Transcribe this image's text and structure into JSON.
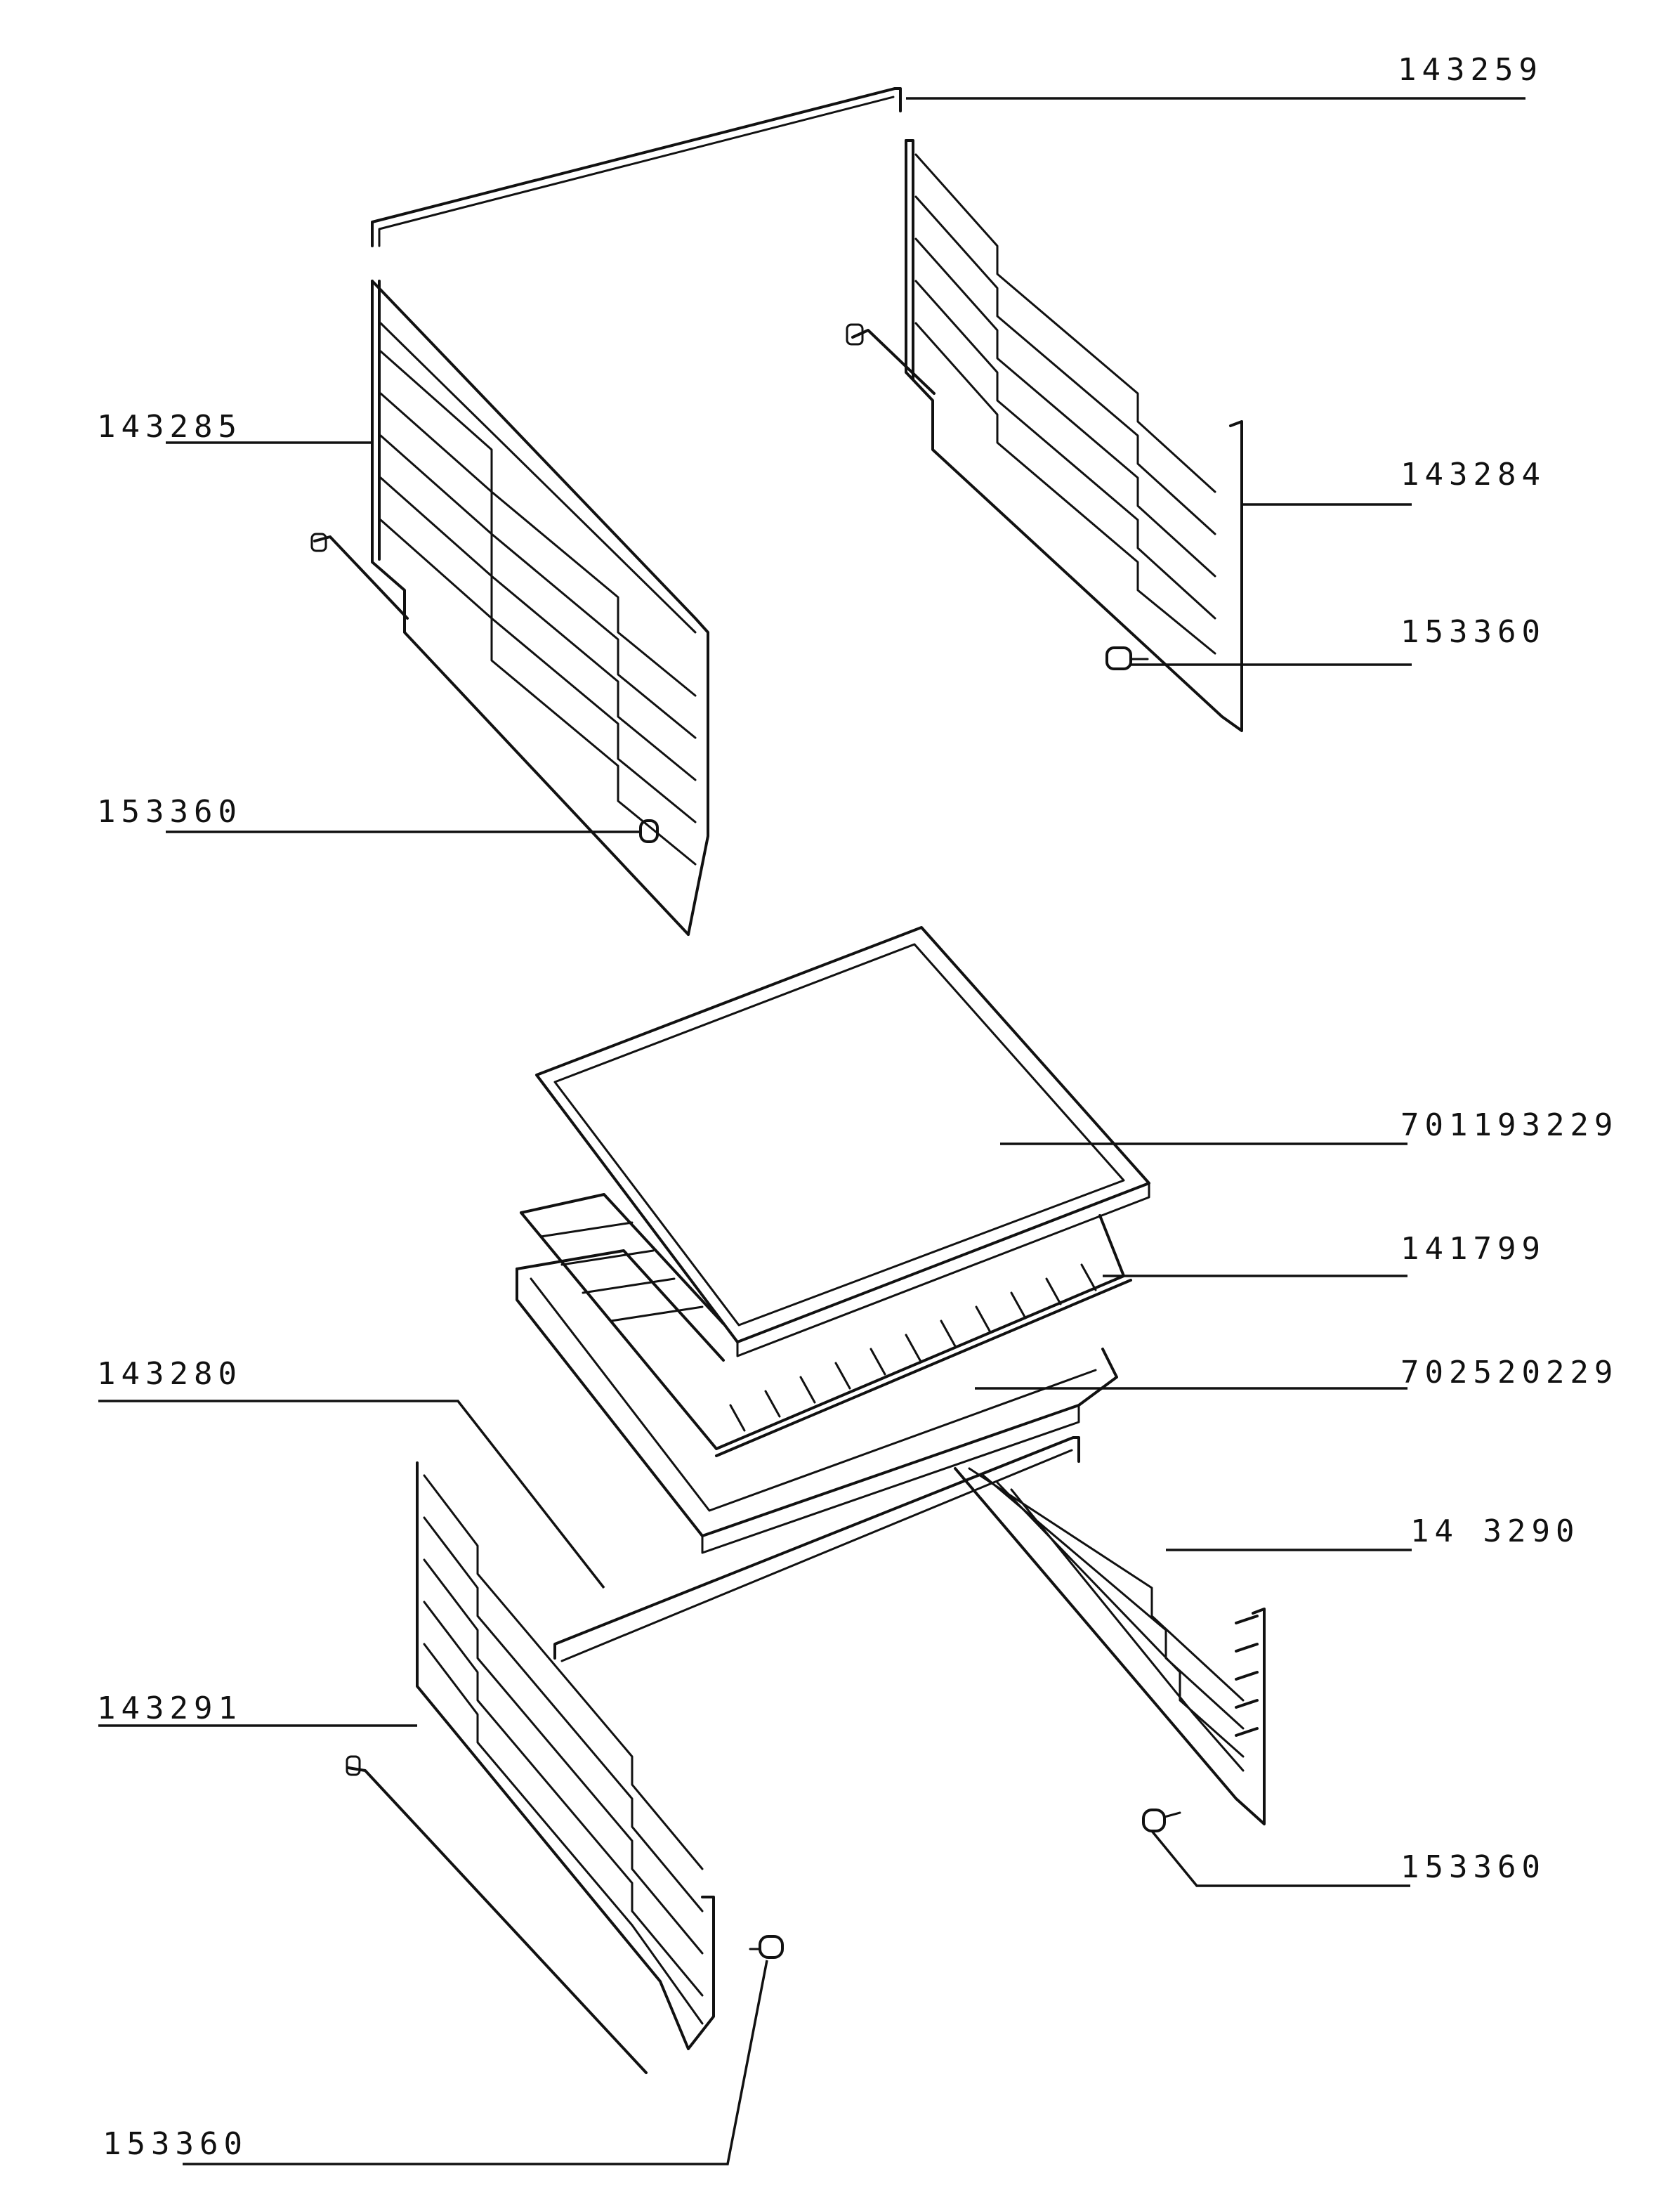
{
  "parts": {
    "top_bar": "143259",
    "left_side_rack": "143285",
    "right_side_rack": "143284",
    "right_stud": "153360",
    "left_stud": "153360",
    "glass_plate": "701193229",
    "wire_grill": "141799",
    "drip_tray": "702520229",
    "bottom_bar": "143280",
    "lower_right_rack": "14 3290",
    "lower_left_rack": "143291",
    "lower_right_stud": "153360",
    "lower_left_stud": "153360"
  },
  "colors": {
    "line": "#111111",
    "background": "#ffffff"
  }
}
